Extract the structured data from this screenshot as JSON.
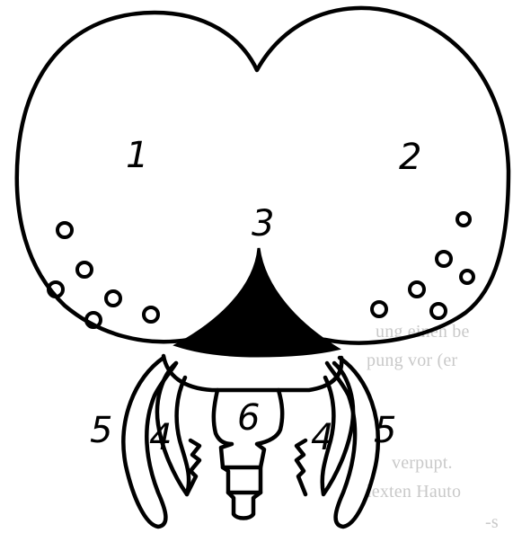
{
  "figure": {
    "labels": {
      "l1": "1",
      "l2": "2",
      "l3": "3",
      "l4_left": "4",
      "l4_right": "4",
      "l5_left": "5",
      "l5_right": "5",
      "l6": "6"
    }
  },
  "bleed_through_text": [
    "ung einen be",
    "pung vor (er",
    "verpupt.",
    "lexten Hauto",
    "-s"
  ],
  "colors": {
    "ink": "#000000",
    "paper": "#ffffff",
    "bleed": "#c9c9c9"
  }
}
